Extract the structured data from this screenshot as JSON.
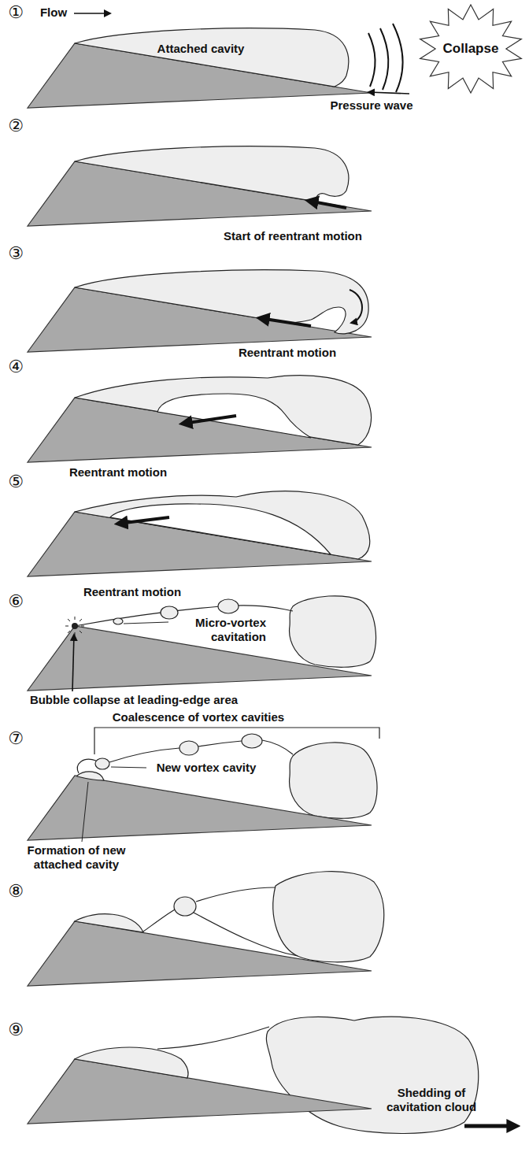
{
  "diagram": {
    "nodes": [
      {
        "text": [
          "Collapse"
        ]
      }
    ],
    "labels": [
      "①",
      "Flow",
      "Attached cavity",
      "Pressure wave",
      "②",
      "Start of reentrant motion",
      "③",
      "Reentrant motion",
      "④",
      "Reentrant motion",
      "⑤",
      "Reentrant motion",
      "⑥",
      "Micro-vortex cavitation",
      "Bubble collapse at leading-edge area",
      "Coalescence of vortex cavities",
      "⑦",
      "New vortex cavity",
      "Formation of new attached cavity",
      "⑧",
      "⑨",
      "Shedding of cavitation cloud"
    ]
  }
}
